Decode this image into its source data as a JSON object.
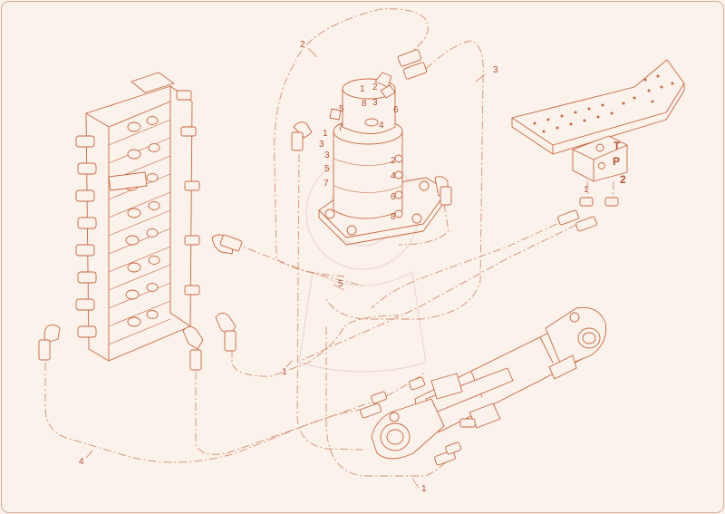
{
  "callouts": {
    "hose_1_top": "1",
    "hose_1_bottom": "1",
    "hose_2": "2",
    "hose_3": "3",
    "hose_4": "4",
    "hose_5": "5"
  },
  "swivel_ports": {
    "p1": "1",
    "p2": "2",
    "p8": "8",
    "p3": "3",
    "p4": "4",
    "p5": "5",
    "p6": "6",
    "p7": "7",
    "s1": "1",
    "s3a": "3",
    "s3b": "3",
    "s5": "5",
    "s4": "4",
    "s2": "2",
    "s6": "6",
    "s8": "8",
    "s7": "7"
  },
  "pedal_ports": {
    "t": "T",
    "p": "P",
    "n1": "1",
    "n2": "2"
  }
}
